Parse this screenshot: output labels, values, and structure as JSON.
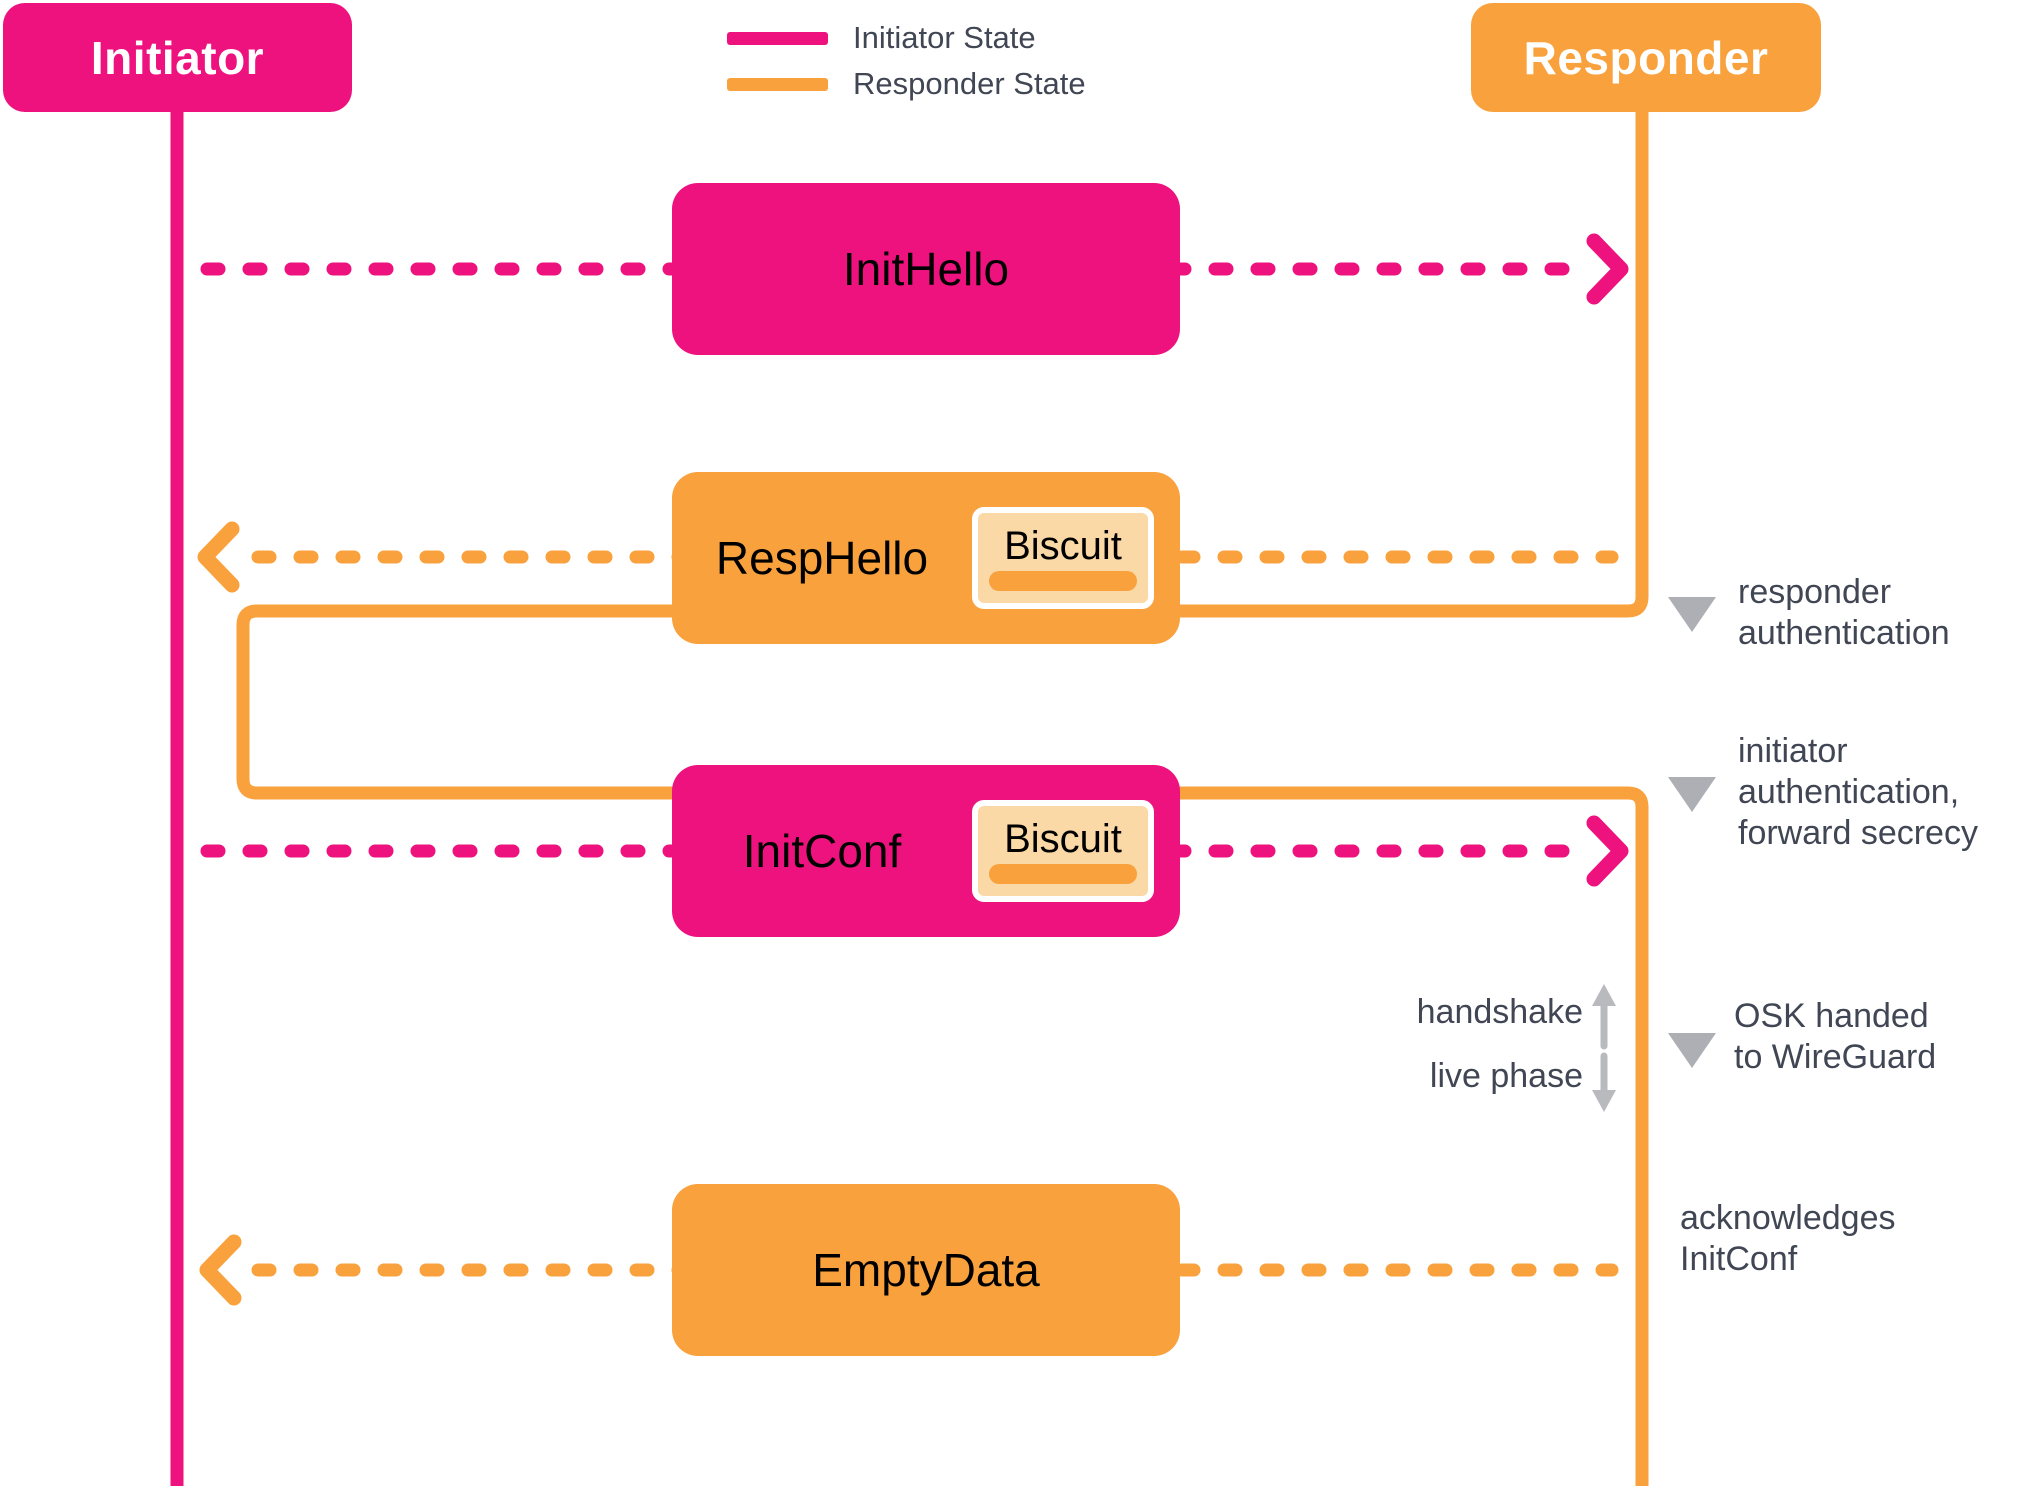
{
  "colors": {
    "initiator": "#ED127E",
    "responder": "#F9A13C",
    "biscuit_fill": "#FBD9A6",
    "biscuit_border": "#FFFFFF",
    "marker_gray": "#ADAFB4",
    "arrow_gray": "#B9BABE",
    "text_dark": "#414654"
  },
  "actors": {
    "initiator": "Initiator",
    "responder": "Responder"
  },
  "legend": {
    "initiator_state": "Initiator State",
    "responder_state": "Responder State"
  },
  "messages": {
    "init_hello": {
      "label": "InitHello"
    },
    "resp_hello": {
      "label": "RespHello",
      "biscuit": "Biscuit"
    },
    "init_conf": {
      "label": "InitConf",
      "biscuit": "Biscuit"
    },
    "empty_data": {
      "label": "EmptyData"
    }
  },
  "annotations": {
    "responder_auth": {
      "line1": "responder",
      "line2": "authentication"
    },
    "initiator_auth": {
      "line1": "initiator",
      "line2": "authentication,",
      "line3": "forward secrecy"
    },
    "osk": {
      "line1": "OSK handed",
      "line2": "to WireGuard"
    },
    "ack": {
      "line1": "acknowledges",
      "line2": "InitConf"
    },
    "phase": {
      "handshake": "handshake",
      "live": "live phase"
    }
  }
}
